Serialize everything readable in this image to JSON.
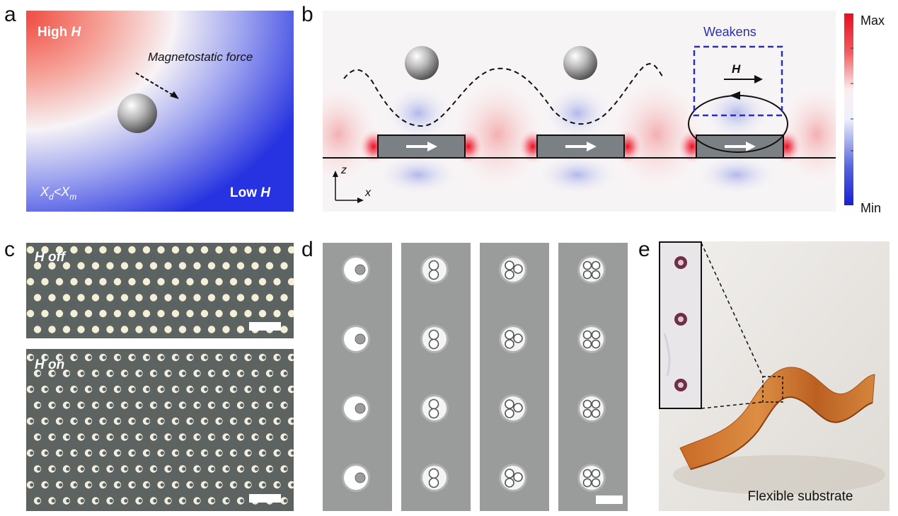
{
  "panel_labels": {
    "a": "a",
    "b": "b",
    "c": "c",
    "d": "d",
    "e": "e"
  },
  "panel_a": {
    "high_prefix": "High ",
    "high_symbol": "H",
    "low_prefix": "Low ",
    "low_symbol": "H",
    "force_label": "Magnetostatic force",
    "chi_left": "X",
    "chi_left_sub": "d",
    "chi_op": "<",
    "chi_right": "X",
    "chi_right_sub": "m"
  },
  "panel_b": {
    "weakens_label": "Weakens",
    "field_label": "H",
    "axis_z": "z",
    "axis_x": "x",
    "colorbar_max": "Max",
    "colorbar_min": "Min",
    "colors": {
      "high": "#e8202a",
      "low": "#1a2bd6",
      "box": "#2a2fb5",
      "magnet": "#7b8084"
    }
  },
  "panel_c": {
    "top_label": "H off",
    "bottom_label": "H on"
  },
  "panel_d": {
    "columns": 4,
    "rows": 4,
    "particles_per_trap": [
      1,
      2,
      3,
      4
    ]
  },
  "panel_e": {
    "caption": "Flexible substrate"
  }
}
